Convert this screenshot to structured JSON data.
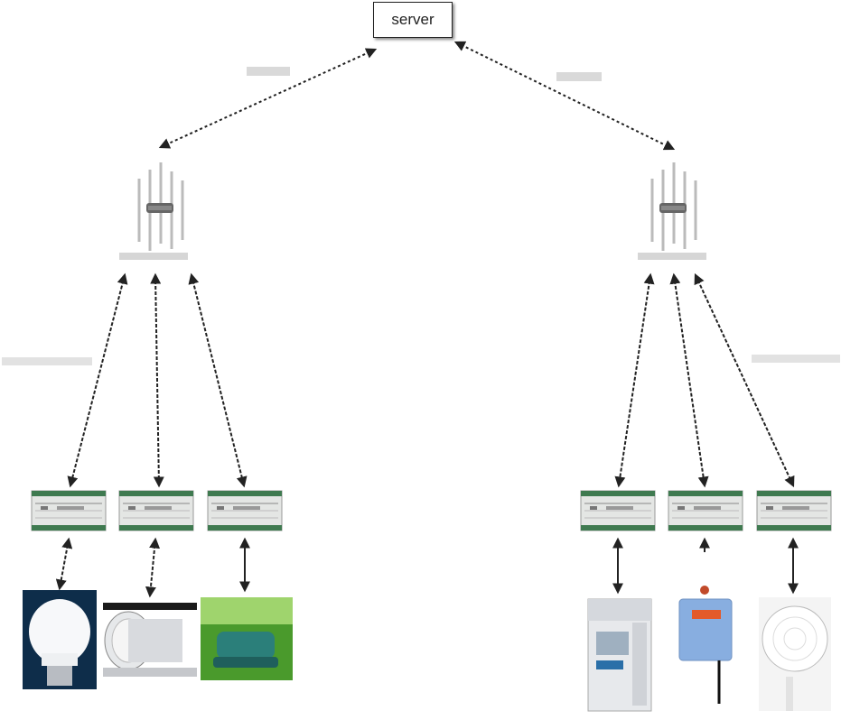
{
  "server": {
    "label": "server"
  },
  "links": {
    "left_uplink": "",
    "right_uplink": ""
  },
  "gateways": [
    {
      "name": ""
    },
    {
      "name": ""
    }
  ],
  "downlinks": {
    "left": "",
    "right": ""
  },
  "controllers": [
    {
      "text": ""
    },
    {
      "text": ""
    },
    {
      "text": ""
    },
    {
      "text": ""
    },
    {
      "text": ""
    },
    {
      "text": ""
    }
  ],
  "devices": {
    "left": [
      "light-bulb",
      "duct-fan",
      "water-sprinkler"
    ],
    "right": [
      "energy-meter",
      "sensor-transmitter",
      "soil-sensor"
    ]
  },
  "colors": {
    "line": "#222222",
    "module_body": "#e4e6e4",
    "module_green": "#3f7a50"
  }
}
